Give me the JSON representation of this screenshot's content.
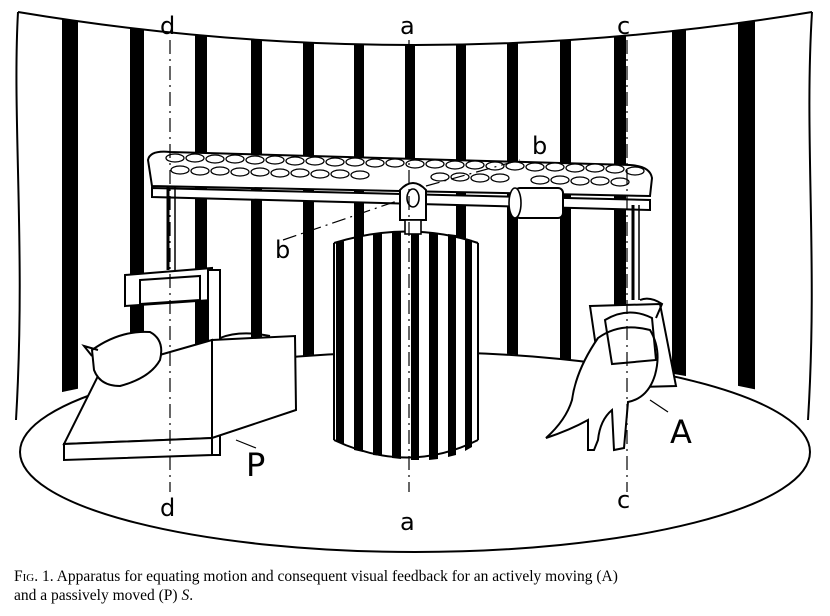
{
  "labels": {
    "axis_a": "a",
    "axis_b": "b",
    "axis_c": "c",
    "axis_d": "d",
    "active": "A",
    "passive": "P"
  },
  "caption": {
    "fig": "Fig. 1.",
    "line1": " Apparatus for equating motion and consequent visual feedback for an actively moving (A)",
    "line2_prefix": "and a passively moved (P) ",
    "line2_italic": "S",
    "line2_suffix": "."
  },
  "colors": {
    "ink": "#000000",
    "paper": "#ffffff"
  }
}
